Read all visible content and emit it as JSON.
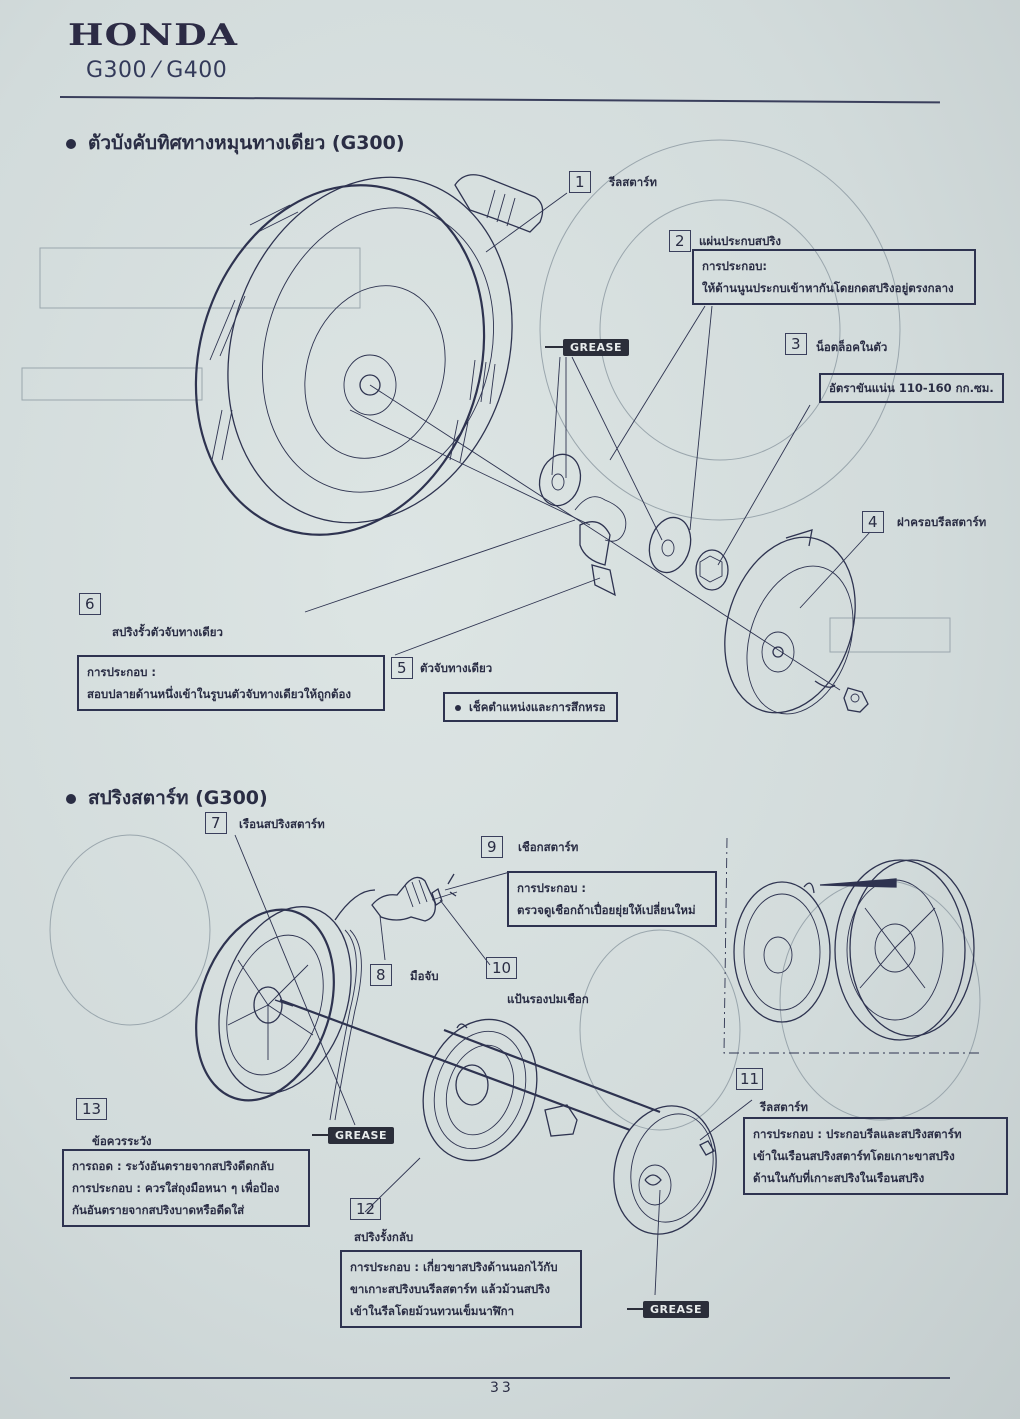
{
  "header": {
    "brand": "HONDA",
    "model": "G300 ⁄ G400"
  },
  "section1": {
    "title": "ตัวบังคับทิศทางหมุนทางเดียว (G300)",
    "callouts": [
      {
        "num": "1",
        "label": "รีลสตาร์ท"
      },
      {
        "num": "2",
        "label": "แผ่นประกบสปริง"
      },
      {
        "num": "3",
        "label": "น็อตล็อคในตัว"
      },
      {
        "num": "4",
        "label": "ฝาครอบรีลสตาร์ท"
      },
      {
        "num": "5",
        "label": "ตัวจับทางเดียว"
      },
      {
        "num": "6",
        "label": "สปริงรั้วตัวจับทางเดียว"
      }
    ],
    "note2": [
      "การประกอบ:",
      "ให้ด้านนูนประกบเข้าหากันโดยกดสปริงอยู่ตรงกลาง"
    ],
    "note3": [
      "อัตราขันแน่น 110-160 กก.ซม."
    ],
    "note6": [
      "การประกอบ :",
      "สอบปลายด้านหนึ่งเข้าในรูบนตัวจับทางเดียวให้ถูกต้อง"
    ],
    "note5": "เช็คตำแหน่งและการสึกหรอ",
    "grease_label": "GREASE"
  },
  "section2": {
    "title": "สปริงสตาร์ท (G300)",
    "callouts": [
      {
        "num": "7",
        "label": "เรือนสปริงสตาร์ท"
      },
      {
        "num": "8",
        "label": "มือจับ"
      },
      {
        "num": "9",
        "label": "เชือกสตาร์ท"
      },
      {
        "num": "10",
        "label": "แป้นรองปมเชือก"
      },
      {
        "num": "11",
        "label": "รีลสตาร์ท"
      },
      {
        "num": "12",
        "label": "สปริงรั้งกลับ"
      },
      {
        "num": "13",
        "label": "ข้อควรระวัง"
      }
    ],
    "note9": [
      "การประกอบ :",
      "ตรวจดูเชือกถ้าเปื่อยยุ่ยให้เปลี่ยนใหม่"
    ],
    "note11": [
      "การประกอบ : ประกอบรีลและสปริงสตาร์ท",
      "เข้าในเรือนสปริงสตาร์ทโดยเกาะขาสปริง",
      "ด้านในกับที่เกาะสปริงในเรือนสปริง"
    ],
    "note12": [
      "การประกอบ : เกี่ยวขาสปริงด้านนอกไว้กับ",
      "ขาเกาะสปริงบนรีลสตาร์ท แล้วม้วนสปริง",
      "เข้าในรีลโดยม้วนทวนเข็มนาฬิกา"
    ],
    "note13": [
      "การถอด : ระวังอันตรายจากสปริงดีดกลับ",
      "การประกอบ : ควรใส่ถุงมือหนา ๆ เพื่อป้อง",
      "กันอันตรายจากสปริงบาดหรือดีดใส่"
    ],
    "grease_label": "GREASE"
  },
  "footer": {
    "page_number": "33"
  }
}
